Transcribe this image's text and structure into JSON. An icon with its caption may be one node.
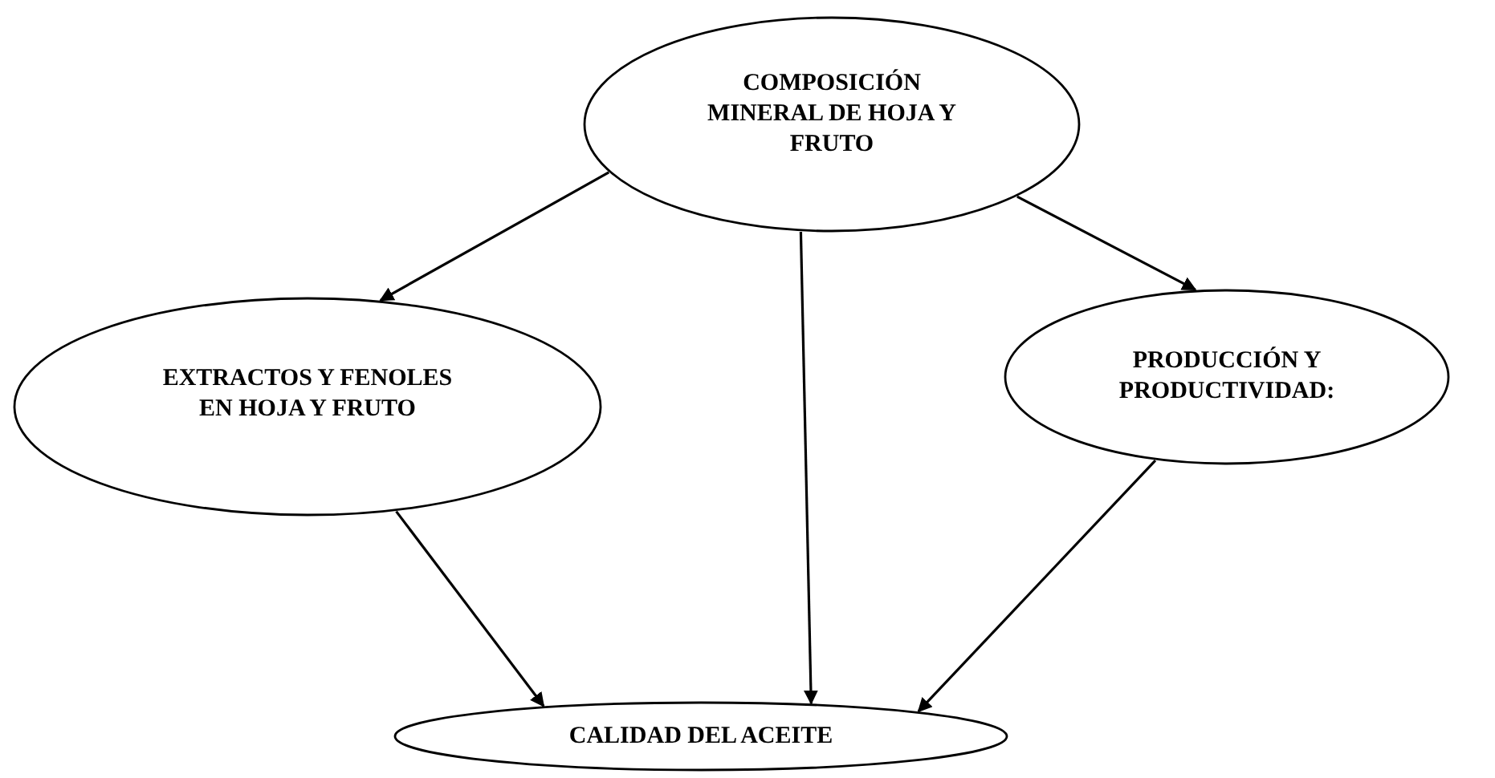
{
  "diagram": {
    "nodes": [
      {
        "text": [
          "COMPOSICIÓN MINERAL DE HOJA Y FRUTO"
        ]
      },
      {
        "text": [
          "EXTRACTOS Y FENOLES EN HOJA Y FRUTO"
        ]
      },
      {
        "text": [
          "PRODUCCIÓN Y PRODUCTIVIDAD:"
        ]
      },
      {
        "text": [
          "CALIDAD DEL ACEITE"
        ]
      }
    ],
    "edges": [
      {
        "from": 0,
        "to": 1,
        "arrow": "to"
      },
      {
        "from": 0,
        "to": 3,
        "arrow": "to"
      },
      {
        "from": 0,
        "to": 2,
        "arrow": "to"
      },
      {
        "from": 1,
        "to": 3,
        "arrow": "to"
      },
      {
        "from": 2,
        "to": 3,
        "arrow": "to"
      }
    ]
  }
}
